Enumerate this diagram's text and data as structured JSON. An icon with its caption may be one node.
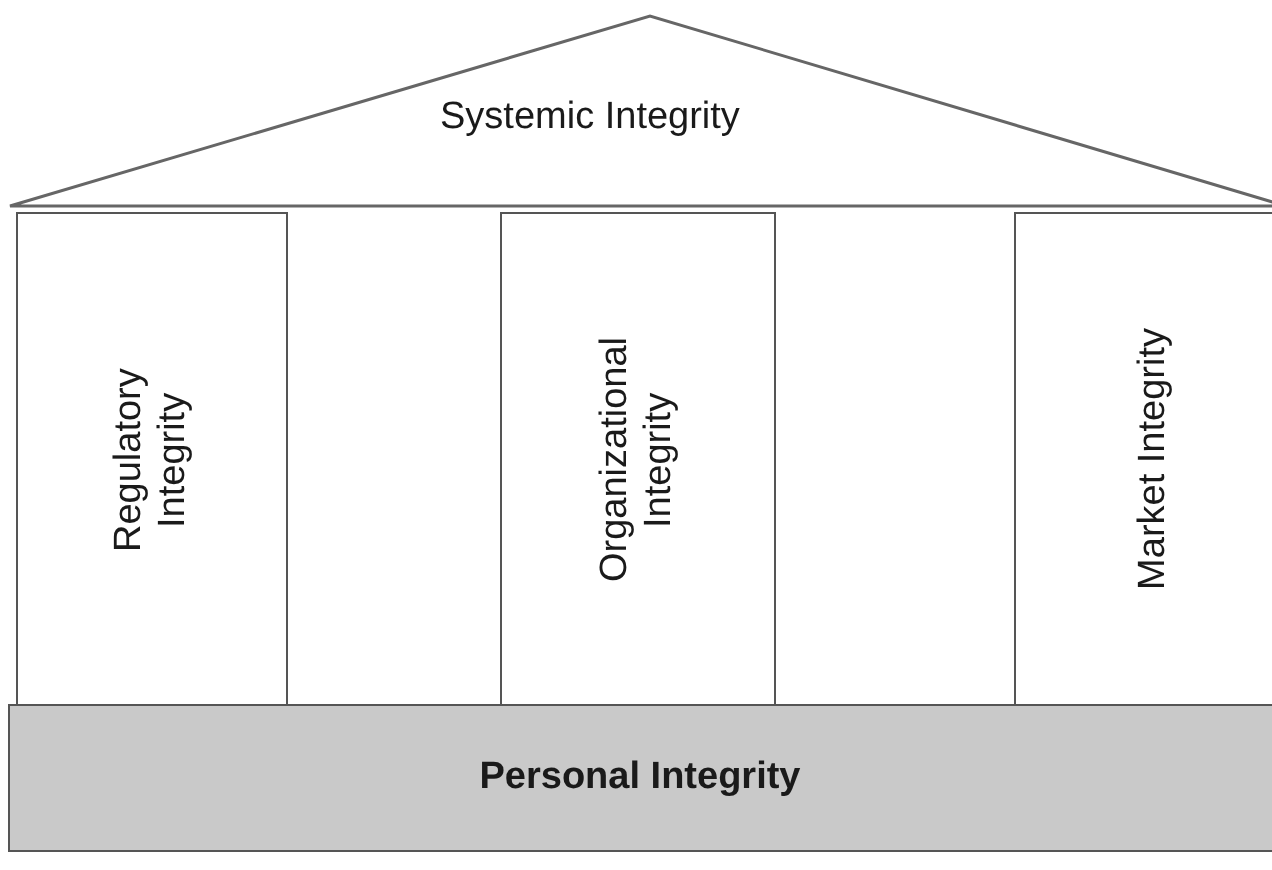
{
  "diagram": {
    "nodes": [
      {
        "text": [
          "Systemic Integrity"
        ]
      },
      {
        "text": [
          "Regulatory Integrity"
        ]
      },
      {
        "text": [
          "Organizational Integrity"
        ]
      },
      {
        "text": [
          "Market Integrity"
        ]
      },
      {
        "text": [
          "Personal Integrity"
        ]
      }
    ],
    "edges": []
  }
}
